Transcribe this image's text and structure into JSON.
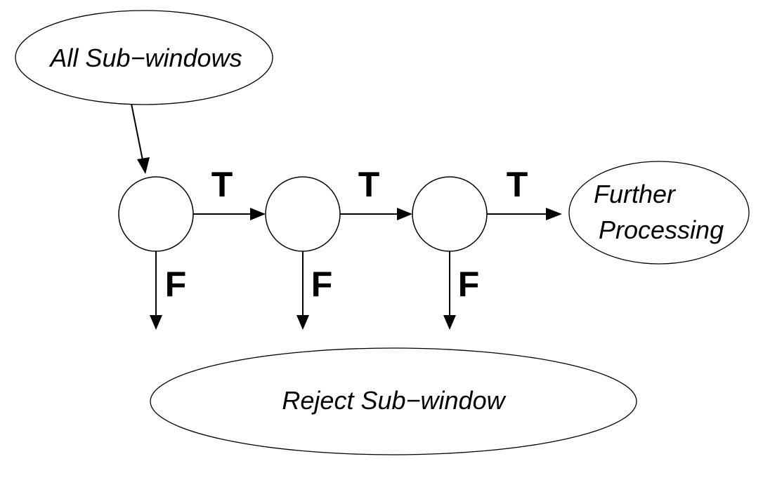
{
  "nodes": {
    "source": {
      "label": "All Sub−windows"
    },
    "sink_accept": {
      "line1": "Further",
      "line2": "Processing"
    },
    "sink_reject": {
      "label": "Reject Sub−window"
    }
  },
  "stages": [
    {
      "true_label": "T",
      "false_label": "F"
    },
    {
      "true_label": "T",
      "false_label": "F"
    },
    {
      "true_label": "T",
      "false_label": "F"
    }
  ]
}
